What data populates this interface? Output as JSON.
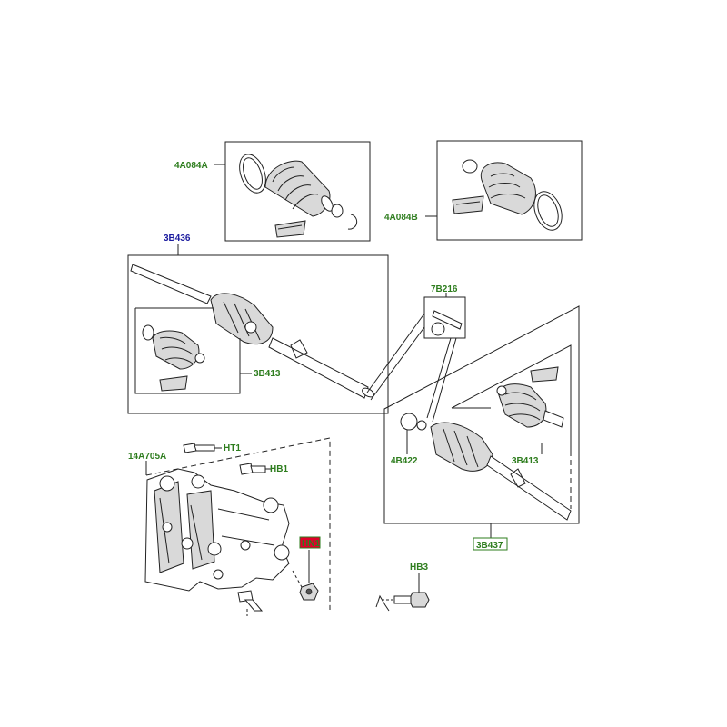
{
  "labels": {
    "a4a084a": "4A084A",
    "a4a084b": "4A084B",
    "b3b436": "3B436",
    "b3b413_left": "3B413",
    "b7b216": "7B216",
    "b4b422": "4B422",
    "b3b413_right": "3B413",
    "b3b437": "3B437",
    "a14a705a": "14A705A",
    "ht1": "HT1",
    "hb1": "HB1",
    "hn1": "HN1",
    "hb3": "HB3"
  },
  "colors": {
    "label_green": "#2e7d1e",
    "label_blue": "#1a1a9e",
    "highlight_red": "#e0002a",
    "highlight_green_box": "#2e7d1e"
  }
}
